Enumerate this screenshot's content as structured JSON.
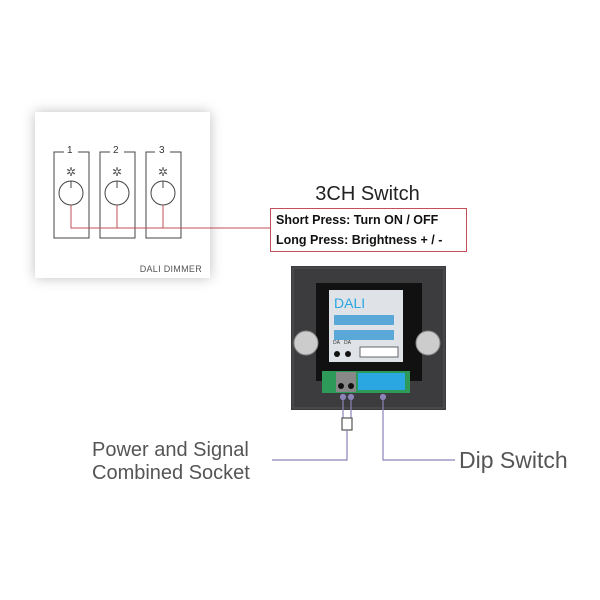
{
  "panel": {
    "buttons": [
      "1",
      "2",
      "3"
    ],
    "label": "DALI DIMMER"
  },
  "switch_info": {
    "title": "3CH Switch",
    "short_press": "Short Press: Turn ON / OFF",
    "long_press": "Long Press: Brightness + / -"
  },
  "device": {
    "brand": "DALI",
    "terminals": [
      "DA",
      "DA"
    ]
  },
  "callouts": {
    "socket_line1": "Power and Signal",
    "socket_line2": "Combined Socket",
    "dip": "Dip Switch"
  },
  "colors": {
    "leader_red": "#c0505a",
    "leader_purple": "#8a84b8",
    "dip_blue": "#2aa6e0",
    "terminal_green": "#2e9a5a"
  }
}
